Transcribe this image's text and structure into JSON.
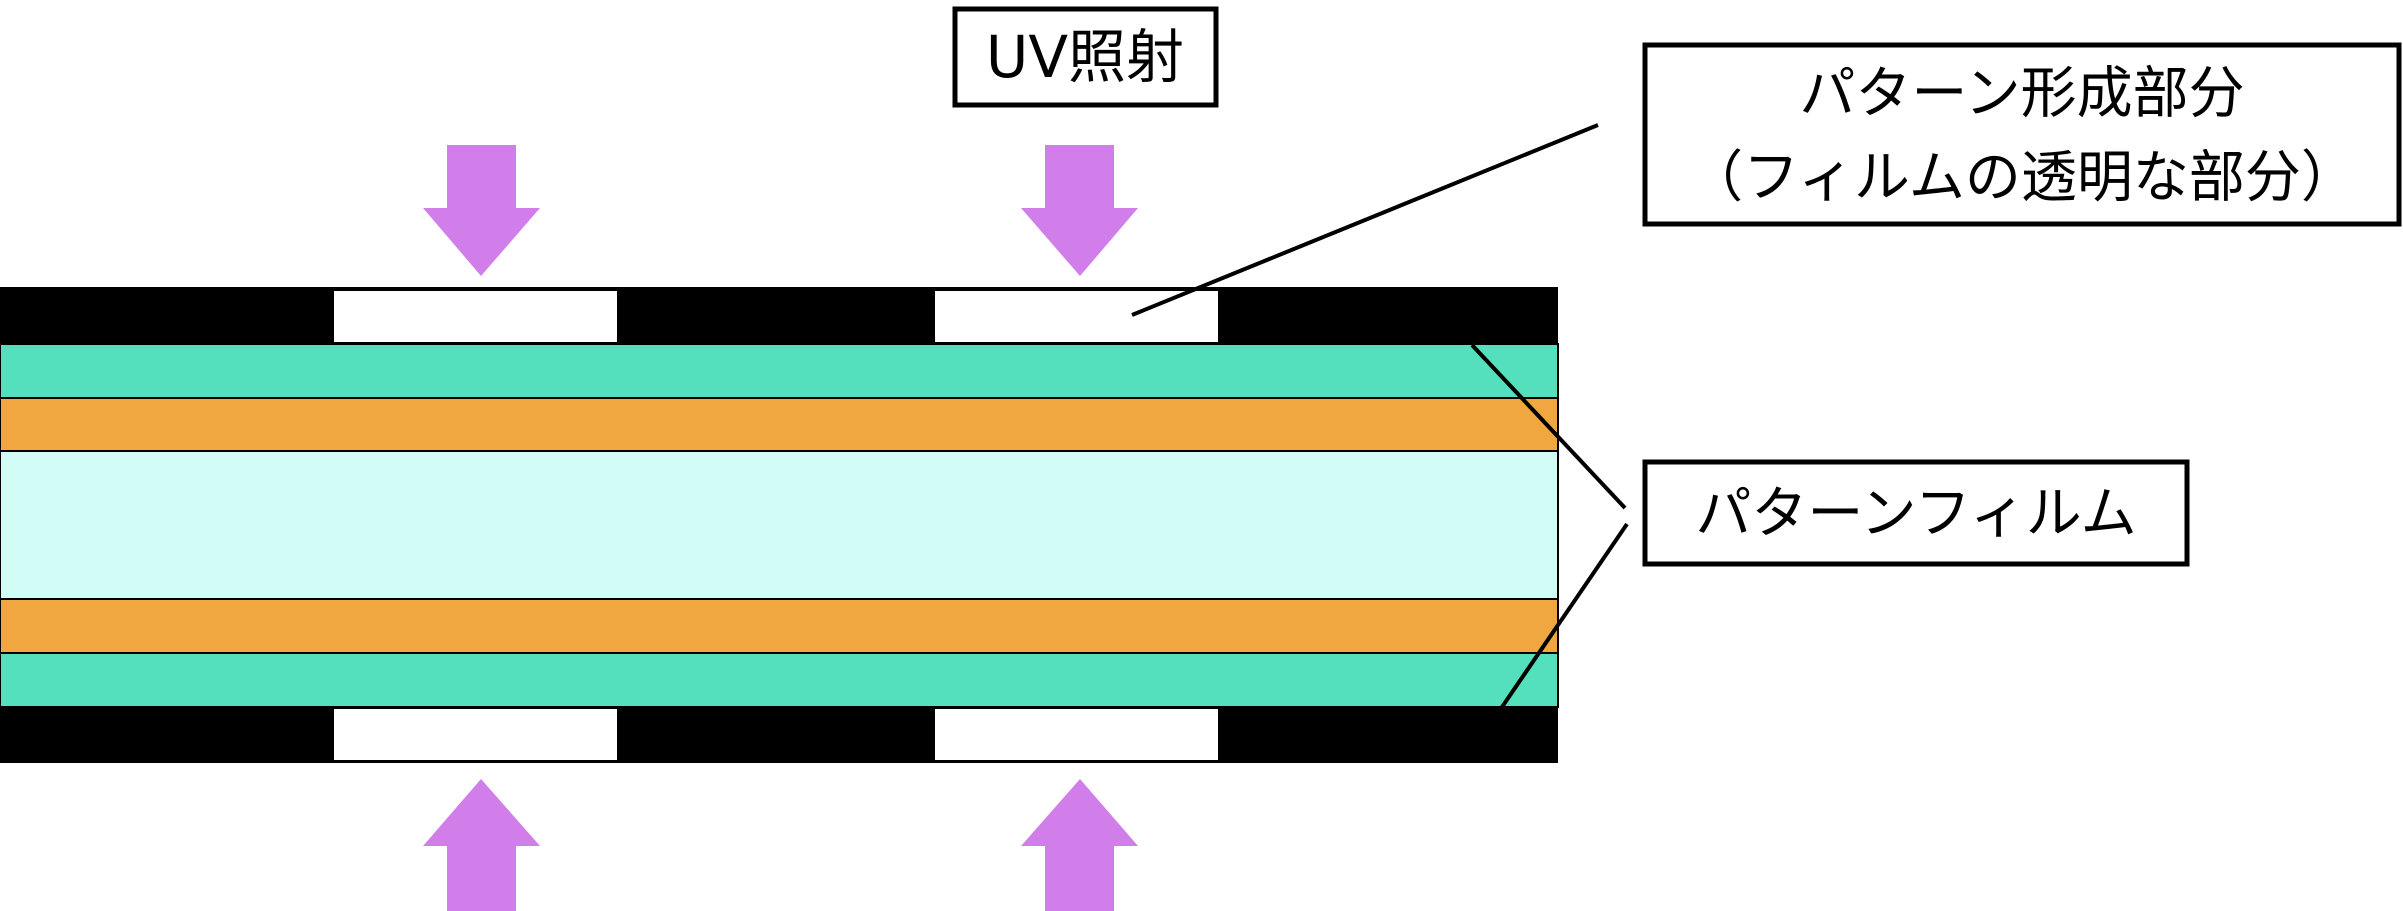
{
  "labels": {
    "uv_irradiation": "UV照射",
    "pattern_forming_line1": "パターン形成部分",
    "pattern_forming_line2": "（フィルムの透明な部分）",
    "pattern_film": "パターンフィルム"
  },
  "colors": {
    "mask": "#000000",
    "mask_opening": "#ffffff",
    "green_layer": "#55e0bd",
    "orange_layer": "#f1a740",
    "core_layer": "#d2fdf7",
    "arrow": "#d27eea",
    "line": "#000000"
  },
  "icons": {
    "uv_arrow_top": "down-arrow-icon",
    "uv_arrow_bottom": "up-arrow-icon"
  }
}
